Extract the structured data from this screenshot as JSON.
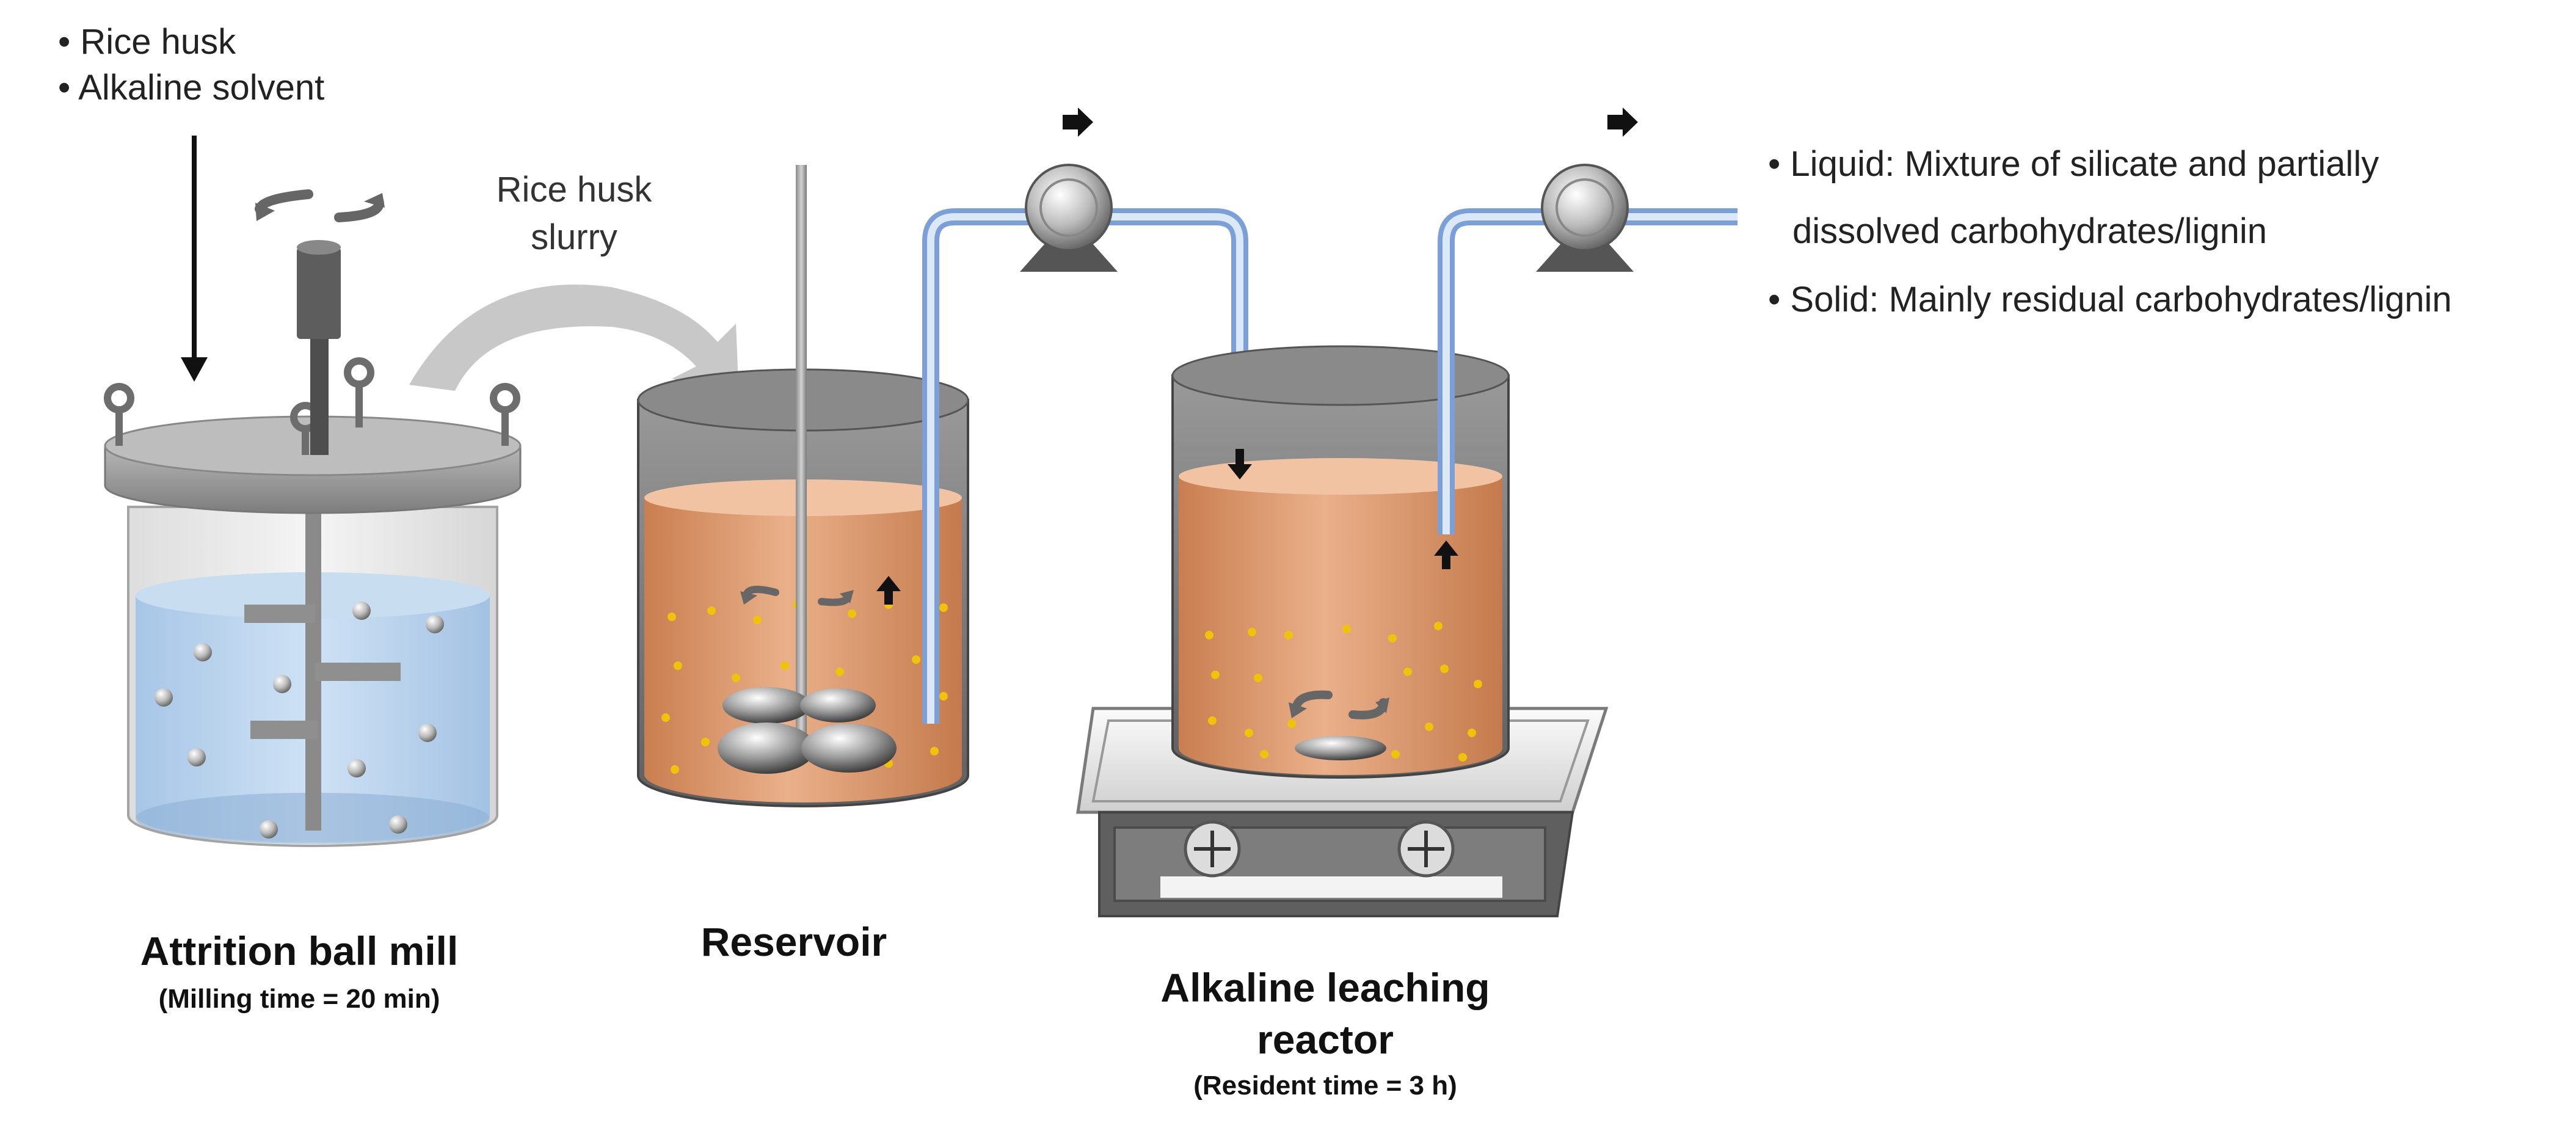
{
  "inputs": {
    "items": [
      "• Rice husk",
      "• Alkaline solvent"
    ]
  },
  "slurry_label": {
    "lines": [
      "Rice husk",
      "slurry"
    ]
  },
  "outputs": {
    "lines": [
      "• Liquid: Mixture of silicate and partially",
      "dissolved carbohydrates/lignin",
      "• Solid: Mainly residual carbohydrates/lignin"
    ]
  },
  "units": {
    "ball_mill": {
      "title": "Attrition ball mill",
      "subtitle": "(Milling time = 20 min)"
    },
    "reservoir": {
      "title": "Reservoir"
    },
    "reactor": {
      "title_line1": "Alkaline leaching",
      "title_line2": "reactor",
      "subtitle": "(Resident time = 3 h)"
    }
  },
  "colors": {
    "liquid_blue": "#b8d4ee",
    "slurry_orange": "#e09d6e",
    "tank_gray": "#8c8c8c",
    "pipe_blue": "#9fbde6",
    "particle_yellow": "#f2c200",
    "hotplate_white": "#f4f4f4",
    "hotplate_dark": "#6a6a6a"
  },
  "icons": [
    "rotation-arrows-icon",
    "down-arrow-icon",
    "up-arrow-icon",
    "right-arrow-icon",
    "pump-icon",
    "knob-icon",
    "curved-arrow-icon"
  ]
}
